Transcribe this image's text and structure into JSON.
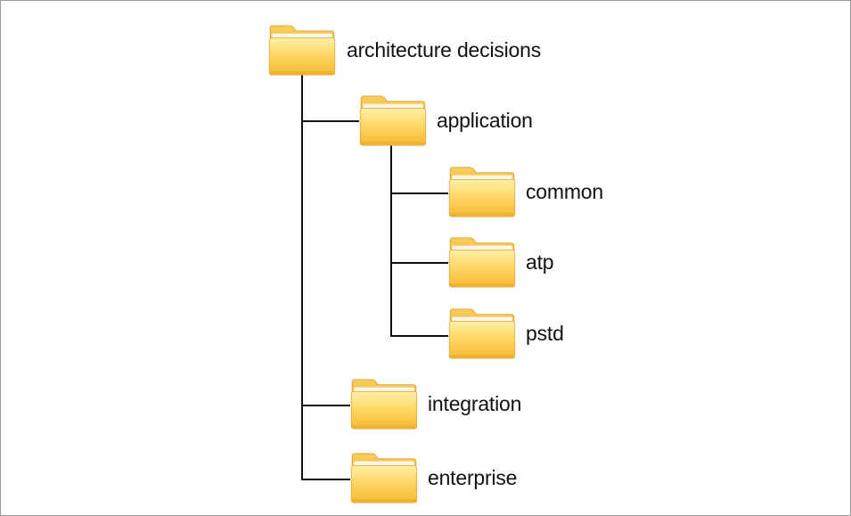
{
  "tree": {
    "root": {
      "label": "architecture decisions",
      "icon": "folder-icon"
    },
    "application": {
      "label": "application",
      "icon": "folder-icon"
    },
    "common": {
      "label": "common",
      "icon": "folder-icon"
    },
    "atp": {
      "label": "atp",
      "icon": "folder-icon"
    },
    "pstd": {
      "label": "pstd",
      "icon": "folder-icon"
    },
    "integration": {
      "label": "integration",
      "icon": "folder-icon"
    },
    "enterprise": {
      "label": "enterprise",
      "icon": "folder-icon"
    }
  },
  "colors": {
    "folder_back": "#f2b93b",
    "folder_front_top": "#ffe690",
    "folder_front_bottom": "#f8c23c",
    "line": "#111111"
  }
}
